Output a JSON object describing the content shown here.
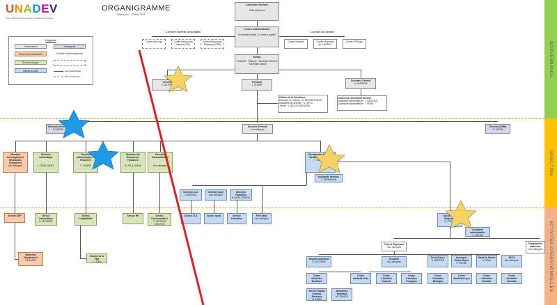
{
  "header": {
    "logo": "UNADEV",
    "logo_sub": "Union Nationale des Aveugles et Déficients Visuels",
    "title": "ORGANIGRAMME",
    "date": "Mise à jour : 13 avril 2018"
  },
  "legend": {
    "title": "Légende",
    "items": [
      {
        "label": "Gouvernance"
      },
      {
        "label": "Urbagrasse"
      },
      {
        "label": "Ressources Financières"
      },
      {
        "label": "Fonction transfonctionnelle"
      },
      {
        "label": "Services Support"
      },
      {
        "label": "Mission sociale"
      }
    ],
    "lines": [
      "Lien hiérarchique",
      "Lien fonctionnel"
    ]
  },
  "bands": [
    {
      "label": "GOUVERNANCE",
      "color": "#92d050"
    },
    {
      "label": "DIRECTION",
      "color": "#ffc000"
    },
    {
      "label": "ACTIVITÉS OPÉRATIONNELLES",
      "color": "#f4b183"
    }
  ],
  "governance": {
    "ag": {
      "title": "Assemblée Générale",
      "sub": "2086 adhérents"
    },
    "ca": {
      "title": "Conseil d'administration",
      "sub": "16 membres actifs / 1 membre qualifié"
    },
    "comites_consultatifs": "Comités experts consultatifs",
    "comites": [
      "Comité des Legs",
      "Comité Ressources Internes (CRI)",
      "Comité Ressources Physiques (CRP)"
    ],
    "comites_gestion": "Comités de gestion",
    "gestion": [
      "Comité financier",
      "Comité de gestion de l'UNADEV",
      "Comité d'Éthique"
    ],
    "bureau": {
      "title": "Bureau",
      "sub": "Président · Trésorier · Secrétaire Général · Secrétaire Adjoint"
    },
    "tresorier": {
      "title": "Trésorier",
      "name": "F. DELPINO"
    },
    "president": {
      "title": "Président",
      "name": "J. ROBER"
    },
    "secretaire": {
      "title": "Secrétaire Général",
      "name": "A. KASSEVA"
    },
    "cabinet": {
      "title": "Cabinet de la Présidence",
      "lines": [
        "Directrice de Cabinet : M. DEVINE-HURON",
        "Assistante de direction : S. GRYG",
        "Juriste : S. BATLLE (BOUCHE)"
      ]
    },
    "cabinet_sg": {
      "title": "Cabinet du Secrétariat Général",
      "lines": [
        "Assistante administrative : L. FANTOUR",
        "Assistante administrative : T. ROSS"
      ]
    }
  },
  "direction": {
    "dg": {
      "title": "Direction Générale",
      "name": "F. LAFON"
    },
    "dgd": {
      "title": "Direction Générale",
      "name": "non déléguée"
    },
    "dafmi": {
      "title": "Direction (AFMI)",
      "name": "D. LAFON"
    },
    "departments": [
      {
        "title": "Direction Développement Ressources Financières",
        "name": "Non déléguée"
      },
      {
        "title": "Direction Informatique",
        "name": "L. ROBL DIENS"
      },
      {
        "title": "Direction Administrative et Financière",
        "name": "C. SILBER"
      },
      {
        "title": "Direction des Ressources Humaines",
        "name": "N. TIS (L.GUNS)"
      },
      {
        "title": "Direction Communication",
        "name": "Non déléguée"
      },
      {
        "title": "Direction des Missions Sociales et Sportives",
        "name": "T. DERNER"
      }
    ],
    "assistante": {
      "title": "Assistante direction",
      "name": "C. INTRIMMAN"
    },
    "sub_directions": [
      {
        "title": "Direction CLA",
        "name": "V. BERGRE"
      },
      {
        "title": "Direction Sport",
        "name": "Non déléguée"
      },
      {
        "title": "Direction Formation",
        "name": "B. NOEL-PIERRE"
      }
    ]
  },
  "operations": {
    "services_left": [
      {
        "title": "Service DRF",
        "name": ""
      },
      {
        "title": "Service Informatique",
        "name": "X. LEFIMENT"
      },
      {
        "title": "Service Comptabilité",
        "name": ""
      },
      {
        "title": "Service RH",
        "name": ""
      },
      {
        "title": "Service Communication",
        "name": "C. VEGOND MOUTON"
      }
    ],
    "services_right": [
      {
        "title": "Service CLA",
        "name": ""
      },
      {
        "title": "Service Sport",
        "name": ""
      },
      {
        "title": "Service Formation",
        "name": ""
      },
      {
        "title": "Pôle Santé",
        "name": "Non déléguée"
      }
    ],
    "marketing": {
      "title": "Marketing Opérationnel",
      "name": "V.FOCART"
    },
    "paie": {
      "title": "Gestion de la Paie",
      "name": "C. JONI"
    },
    "coordination": {
      "title": "Coordination Régionale",
      "name": "R. FOSSE"
    },
    "assistante_admin": {
      "title": "Assistante administrative",
      "name": "C. NOLNE"
    },
    "centre_regional": {
      "title": "Centres Régionaux",
      "name": "Non délégués"
    },
    "programmes": {
      "title": "Programmes Nationaux",
      "name": "Non délégués"
    },
    "regions": [
      {
        "title": "Nouvelle-Aquitaine",
        "name": "P. KUCHNAR"
      },
      {
        "title": "Occitanie",
        "name": "Non déléguée"
      },
      {
        "title": "Île-de-France",
        "name": "A. MERCIER"
      },
      {
        "title": "Auvergne-Rhône-Alpes",
        "name": "P. KURME"
      },
      {
        "title": "Hauts de France",
        "name": "M. RIVA"
      },
      {
        "title": "PACA",
        "name": "Non déléguée"
      }
    ],
    "centres_l4": [
      {
        "title": "Centre d'activités Bordeaux",
        "name": ""
      },
      {
        "title": "Centre d'activités Pau",
        "name": ""
      },
      {
        "title": "Centre d'activités Toulouse",
        "name": ""
      },
      {
        "title": "Centre d'activités Perpignan",
        "name": ""
      },
      {
        "title": "Centre d'activités Bastogne",
        "name": ""
      },
      {
        "title": "Centre d'activités Lyon",
        "name": ""
      },
      {
        "title": "Centre d'activités Roubaix",
        "name": ""
      },
      {
        "title": "Centre d'activités Marseille",
        "name": ""
      }
    ],
    "centres_l5": [
      {
        "title": "Service Habitat Domotic Bordeaux",
        "name": "M. SARB"
      },
      {
        "title": "Intendance Bordeaux",
        "name": "M. TRAORE"
      }
    ]
  },
  "overlays": {
    "star_color": "#f5d262",
    "star_blue": "#1e9be8",
    "red_line": "#e02020"
  }
}
